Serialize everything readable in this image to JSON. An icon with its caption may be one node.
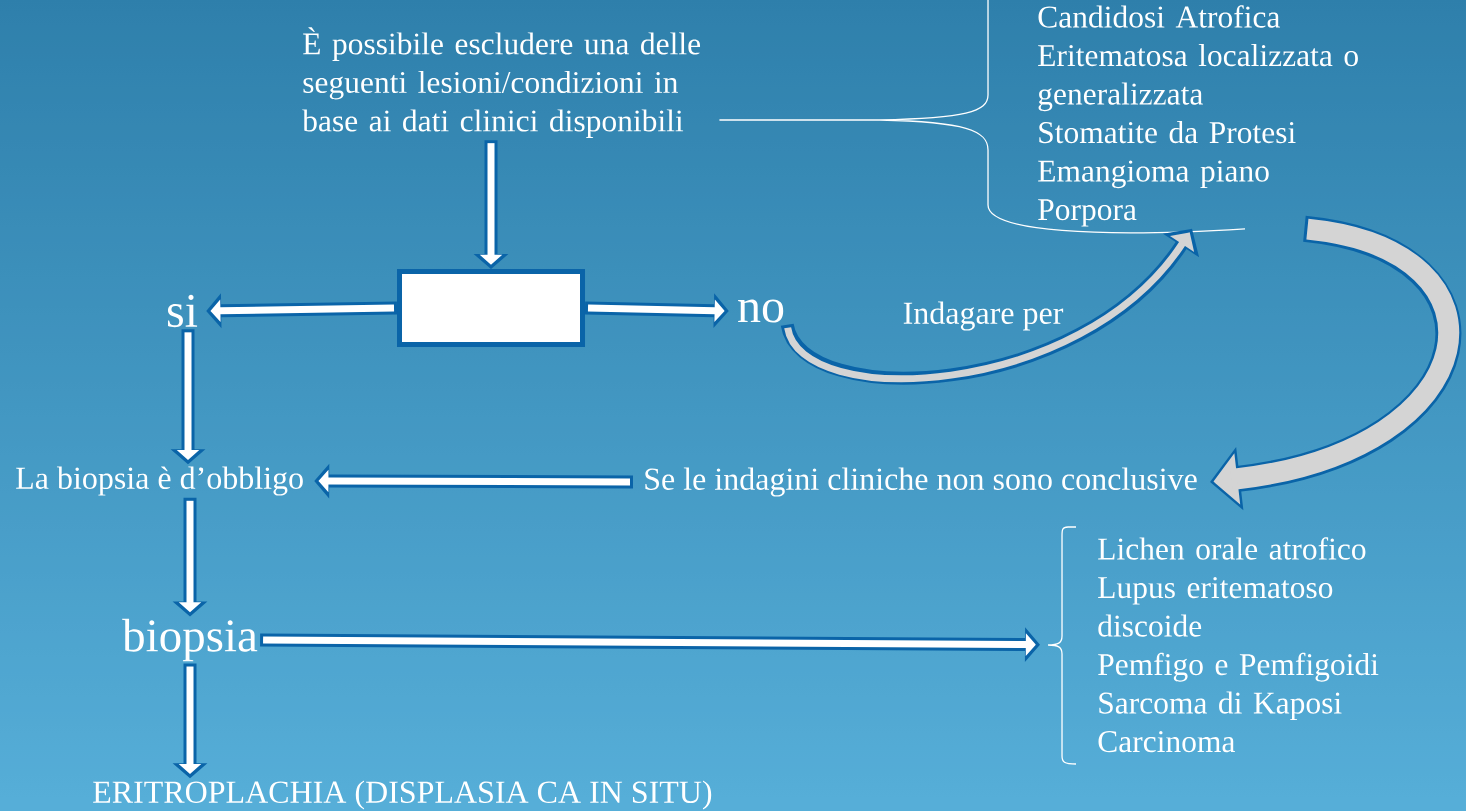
{
  "diagram": {
    "nodes": [
      {
        "text": [
          "È possibile escludere una delle seguenti lesioni/condizioni in base ai dati clinici disponibili"
        ]
      },
      {
        "text": [],
        "shape": "box"
      },
      {
        "text": [
          "si"
        ]
      },
      {
        "text": [
          "no"
        ]
      },
      {
        "text": [
          "Candidosi Atrofica Eritematosa localizzata o generalizzata",
          "Stomatite da Protesi",
          "Emangioma piano",
          "Porpora"
        ]
      },
      {
        "text": [
          "Se le indagini cliniche non sono conclusive"
        ]
      },
      {
        "text": [
          "La biopsia è d’obbligo"
        ]
      },
      {
        "text": [
          "biopsia"
        ]
      },
      {
        "text": [
          "Lichen orale atrofico",
          "Lupus eritematoso discoide",
          "Pemfigo e Pemfigoidi",
          "Sarcoma di Kaposi",
          "Carcinoma"
        ]
      },
      {
        "text": [
          "ERITROPLACHIA  (DISPLASIA CA IN SITU)"
        ]
      }
    ],
    "edges": [
      {
        "from": 0,
        "to": 1,
        "arrow": "to"
      },
      {
        "from": 1,
        "to": 2,
        "arrow": "to"
      },
      {
        "from": 1,
        "to": 3,
        "arrow": "to"
      },
      {
        "from": 0,
        "to": 4,
        "arrow": "none",
        "color": "#ffffff"
      },
      {
        "from": 3,
        "to": 4,
        "arrow": "to",
        "label": "Indagare per",
        "color": "#d4d4d4"
      },
      {
        "from": 4,
        "to": 5,
        "arrow": "to",
        "color": "#d4d4d4"
      },
      {
        "from": 5,
        "to": 6,
        "arrow": "to"
      },
      {
        "from": 2,
        "to": 6,
        "arrow": "to"
      },
      {
        "from": 6,
        "to": 7,
        "arrow": "to"
      },
      {
        "from": 7,
        "to": 8,
        "arrow": "to"
      },
      {
        "from": 7,
        "to": 9,
        "arrow": "to"
      }
    ]
  }
}
